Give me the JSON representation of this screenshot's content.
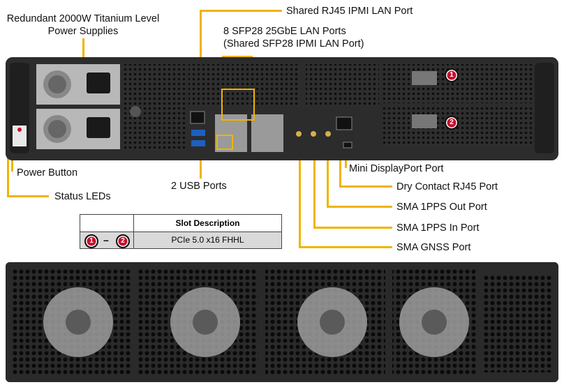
{
  "labels": {
    "power_supplies": "Redundant 2000W Titanium Level Power Supplies",
    "power_supplies_line1": "Redundant 2000W Titanium Level",
    "power_supplies_line2": "Power Supplies",
    "ipmi_rj45": "Shared RJ45 IPMI LAN Port",
    "sfp_line1": "8 SFP28 25GbE LAN Ports",
    "sfp_line2": "(Shared SFP28 IPMI LAN Port)",
    "power_button": "Power Button",
    "status_leds": "Status LEDs",
    "usb": "2 USB Ports",
    "mini_dp": "Mini DisplayPort Port",
    "dry_contact": "Dry Contact RJ45 Port",
    "sma_pps_out": "SMA 1PPS Out Port",
    "sma_pps_in": "SMA 1PPS In Port",
    "sma_gnss": "SMA GNSS Port"
  },
  "slot_table": {
    "header": "Slot Description",
    "rows": [
      {
        "from": "1",
        "to": "2",
        "separator": "–",
        "description": "PCIe 5.0 x16 FHHL"
      }
    ]
  },
  "pcie_badges": [
    "1",
    "2"
  ],
  "colors": {
    "callout_line": "#f0b400",
    "badge": "#c8102e",
    "chassis": "#2c2c2c"
  }
}
